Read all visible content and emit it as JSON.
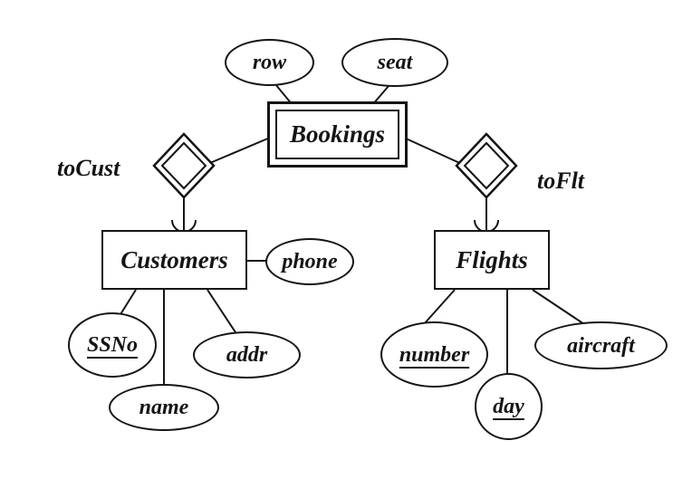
{
  "diagram": {
    "kind": "entity-relationship-diagram",
    "entities": {
      "bookings": {
        "label": "Bookings",
        "shape": "double-rectangle-weak-entity"
      },
      "customers": {
        "label": "Customers",
        "shape": "rectangle"
      },
      "flights": {
        "label": "Flights",
        "shape": "rectangle"
      }
    },
    "relationships": {
      "tocust": {
        "label": "toCust",
        "shape": "double-diamond",
        "arrow": "rounded-arrow-exactly-one",
        "from": "bookings",
        "to": "customers"
      },
      "toflt": {
        "label": "toFlt",
        "shape": "double-diamond",
        "arrow": "rounded-arrow-exactly-one",
        "from": "bookings",
        "to": "flights"
      }
    },
    "attributes": {
      "row": {
        "label": "row",
        "owner": "bookings",
        "key": false
      },
      "seat": {
        "label": "seat",
        "owner": "bookings",
        "key": false
      },
      "phone": {
        "label": "phone",
        "owner": "customers",
        "key": false
      },
      "ssno": {
        "label": "SSNo",
        "owner": "customers",
        "key": true
      },
      "name": {
        "label": "name",
        "owner": "customers",
        "key": false
      },
      "addr": {
        "label": "addr",
        "owner": "customers",
        "key": false
      },
      "number": {
        "label": "number",
        "owner": "flights",
        "key": true
      },
      "day": {
        "label": "day",
        "owner": "flights",
        "key": true
      },
      "aircraft": {
        "label": "aircraft",
        "owner": "flights",
        "key": false
      }
    },
    "colors": {
      "ink": "#151515",
      "paper": "#ffffff"
    }
  }
}
